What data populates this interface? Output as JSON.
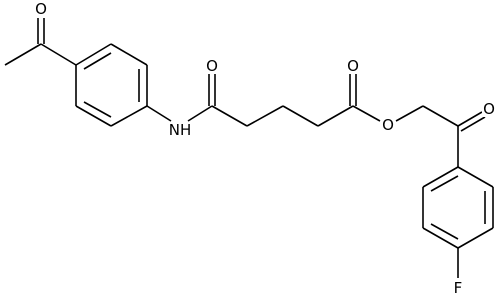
{
  "structure": {
    "atom_labels": {
      "acetyl_oxygen": "O",
      "amide_nitrogen": "NH",
      "amide_oxygen": "O",
      "ester_carbonyl_oxygen": "O",
      "ester_oxygen": "O",
      "ketone_oxygen": "O",
      "fluorine": "F"
    }
  }
}
